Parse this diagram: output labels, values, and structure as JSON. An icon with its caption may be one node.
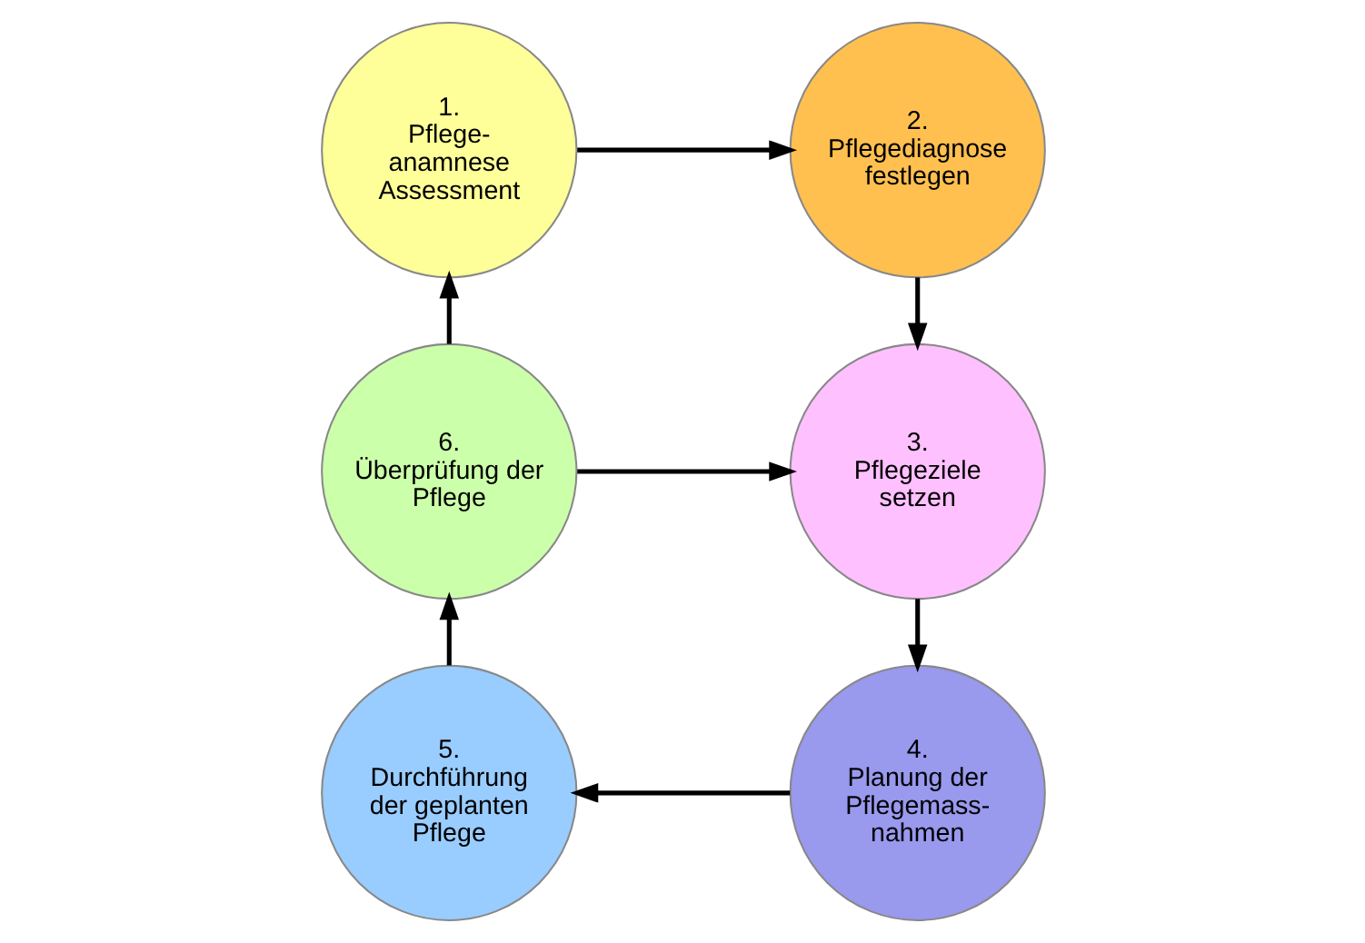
{
  "diagram": {
    "nodes": [
      {
        "text": [
          "1.",
          "Pflege- anamnese",
          "Assessment"
        ]
      },
      {
        "text": [
          "2.",
          "Pflegediagnose festlegen"
        ]
      },
      {
        "text": [
          "3.",
          "Pflegeziele setzen"
        ]
      },
      {
        "text": [
          "4.",
          "Planung der Pflegemass- nahmen"
        ]
      },
      {
        "text": [
          "5.",
          "Durchführung der geplanten Pflege"
        ]
      },
      {
        "text": [
          "6.",
          "Überprüfung der Pflege"
        ]
      }
    ],
    "edges": [
      {
        "from": 0,
        "to": 1,
        "arrow": "to"
      },
      {
        "from": 1,
        "to": 2,
        "arrow": "to"
      },
      {
        "from": 2,
        "to": 3,
        "arrow": "to"
      },
      {
        "from": 3,
        "to": 4,
        "arrow": "to"
      },
      {
        "from": 4,
        "to": 5,
        "arrow": "to"
      },
      {
        "from": 5,
        "to": 0,
        "arrow": "to"
      },
      {
        "from": 5,
        "to": 2,
        "arrow": "to"
      }
    ]
  }
}
